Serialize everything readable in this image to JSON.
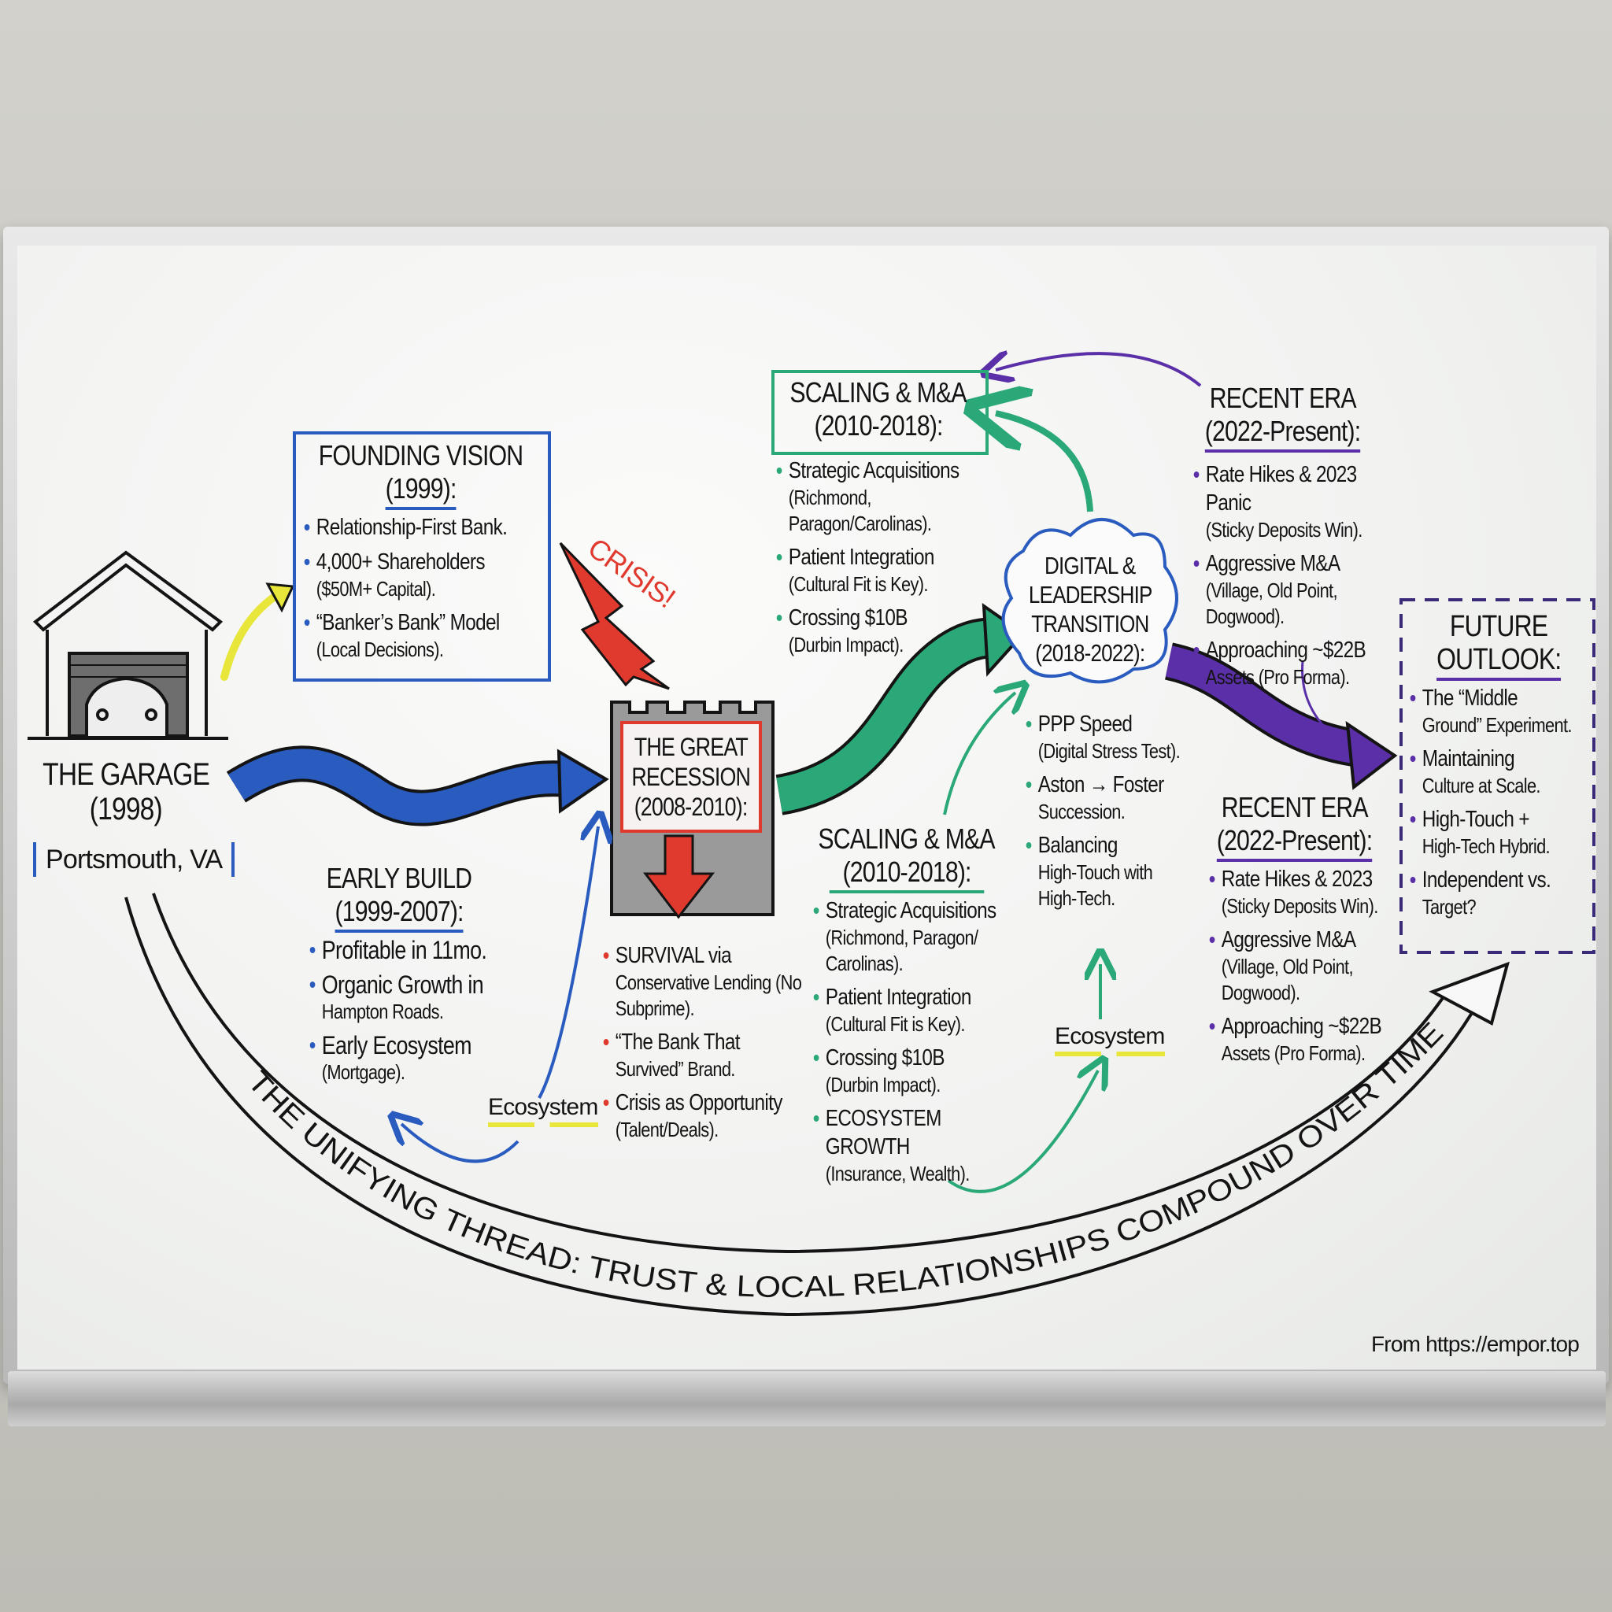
{
  "colors": {
    "blue": "#2a5bbf",
    "green": "#2aa878",
    "red": "#e03a2f",
    "purple": "#5a2fa8",
    "yellow": "#e8e63a",
    "black": "#141414"
  },
  "garage": {
    "title": "THE GARAGE",
    "year": "(1998)",
    "location": "Portsmouth, VA"
  },
  "founding": {
    "title": "FOUNDING VISION",
    "year": "(1999):",
    "bullets": [
      {
        "text": "Relationship-First Bank."
      },
      {
        "text": "4,000+ Shareholders",
        "sub": "($50M+ Capital)."
      },
      {
        "text": "“Banker’s Bank” Model",
        "sub": "(Local Decisions)."
      }
    ]
  },
  "crisis": {
    "label": "CRISIS!"
  },
  "recession": {
    "title_lines": [
      "THE GREAT",
      "RECESSION",
      "(2008-2010):"
    ],
    "bullets": [
      {
        "text": "SURVIVAL via",
        "sub": "Conservative Lending (No Subprime)."
      },
      {
        "text": "“The Bank That",
        "sub": "Survived” Brand."
      },
      {
        "text": "Crisis as Opportunity",
        "sub": "(Talent/Deals)."
      }
    ]
  },
  "early_build": {
    "title": "EARLY BUILD",
    "year": "(1999-2007):",
    "bullets": [
      {
        "text": "Profitable in 11mo."
      },
      {
        "text": "Organic Growth in",
        "sub": "Hampton Roads."
      },
      {
        "text": "Early Ecosystem",
        "sub": "(Mortgage)."
      }
    ]
  },
  "ecosystem_labels": [
    "Ecosystem",
    "Ecosystem"
  ],
  "scaling_top": {
    "title": "SCALING & M&A",
    "year": "(2010-2018):",
    "bullets": [
      {
        "text": "Strategic Acquisitions",
        "sub": "(Richmond, Paragon/Carolinas)."
      },
      {
        "text": "Patient Integration",
        "sub": "(Cultural Fit is Key)."
      },
      {
        "text": "Crossing $10B",
        "sub": "(Durbin Impact)."
      }
    ]
  },
  "digital": {
    "title_lines": [
      "DIGITAL &",
      "LEADERSHIP",
      "TRANSITION",
      "(2018-2022):"
    ],
    "bullets": [
      {
        "text": "PPP Speed",
        "sub": "(Digital Stress Test)."
      },
      {
        "text": "Aston → Foster",
        "sub": "Succession."
      },
      {
        "text": "Balancing",
        "sub": "High-Touch with High-Tech."
      }
    ]
  },
  "recent_top": {
    "title": "RECENT ERA",
    "year": "(2022-Present):",
    "bullets": [
      {
        "text": "Rate Hikes & 2023 Panic",
        "sub": "(Sticky Deposits Win)."
      },
      {
        "text": "Aggressive M&A",
        "sub": "(Village, Old Point, Dogwood)."
      },
      {
        "text": "Approaching ~$22B",
        "sub": "Assets (Pro Forma)."
      }
    ]
  },
  "scaling_bottom": {
    "title": "SCALING & M&A",
    "year": "(2010-2018):",
    "bullets": [
      {
        "text": "Strategic Acquisitions",
        "sub": "(Richmond, Paragon/ Carolinas)."
      },
      {
        "text": "Patient Integration",
        "sub": "(Cultural Fit is Key)."
      },
      {
        "text": "Crossing $10B",
        "sub": "(Durbin Impact)."
      },
      {
        "text": "ECOSYSTEM GROWTH",
        "sub": "(Insurance, Wealth)."
      }
    ]
  },
  "recent_bottom": {
    "title": "RECENT ERA",
    "year": "(2022-Present):",
    "bullets": [
      {
        "text": "Rate Hikes & 2023",
        "sub": "(Sticky Deposits Win)."
      },
      {
        "text": "Aggressive M&A",
        "sub": "(Village, Old Point, Dogwood)."
      },
      {
        "text": "Approaching ~$22B",
        "sub": "Assets (Pro Forma)."
      }
    ]
  },
  "future": {
    "title_lines": [
      "FUTURE",
      "OUTLOOK:"
    ],
    "bullets": [
      {
        "text": "The “Middle",
        "sub": "Ground” Experiment."
      },
      {
        "text": "Maintaining",
        "sub": "Culture at Scale."
      },
      {
        "text": "High-Touch +",
        "sub": "High-Tech Hybrid."
      },
      {
        "text": "Independent vs.",
        "sub": "Target?"
      }
    ]
  },
  "unifying_thread": "THE UNIFYING THREAD: TRUST & LOCAL RELATIONSHIPS COMPOUND OVER TIME.",
  "source": "From https://empor.top"
}
